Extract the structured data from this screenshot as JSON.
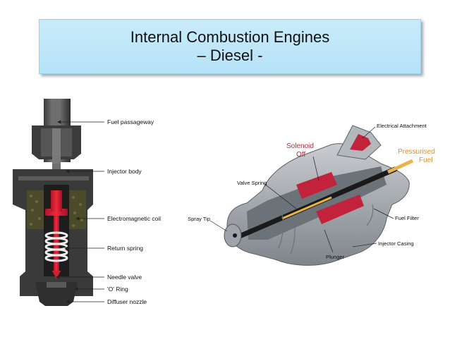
{
  "slide": {
    "title_line1": "Internal Combustion Engines",
    "title_line2": "– Diesel -"
  },
  "left_diagram": {
    "labels": {
      "fuel_passageway": "Fuel passageway",
      "injector_body": "Injector body",
      "electromagnetic_coil": "Electromagnetic coil",
      "return_spring": "Return spring",
      "needle_valve": "Needle valve",
      "o_ring": "'O' Ring",
      "diffuser_nozzle": "Diffuser nozzle"
    }
  },
  "right_diagram": {
    "labels": {
      "electrical_attachment": "Electrical Attachment",
      "solenoid_line1": "Solenoid",
      "solenoid_line2": "Off",
      "pressurised_line1": "Pressurised",
      "pressurised_line2": "Fuel",
      "valve_spring": "Valve Spring",
      "spray_tip": "Spray Tip",
      "fuel_filter": "Fuel Filter",
      "injector_casing": "Injector Casing",
      "plunger": "Plunger"
    }
  },
  "colors": {
    "title_bg": "#c1e8f9",
    "solenoid_red": "#c2223c",
    "pressurised_orange": "#e0901a",
    "fuel_yellow": "#e7b44a",
    "casing_gray": "#9aa0a6"
  }
}
